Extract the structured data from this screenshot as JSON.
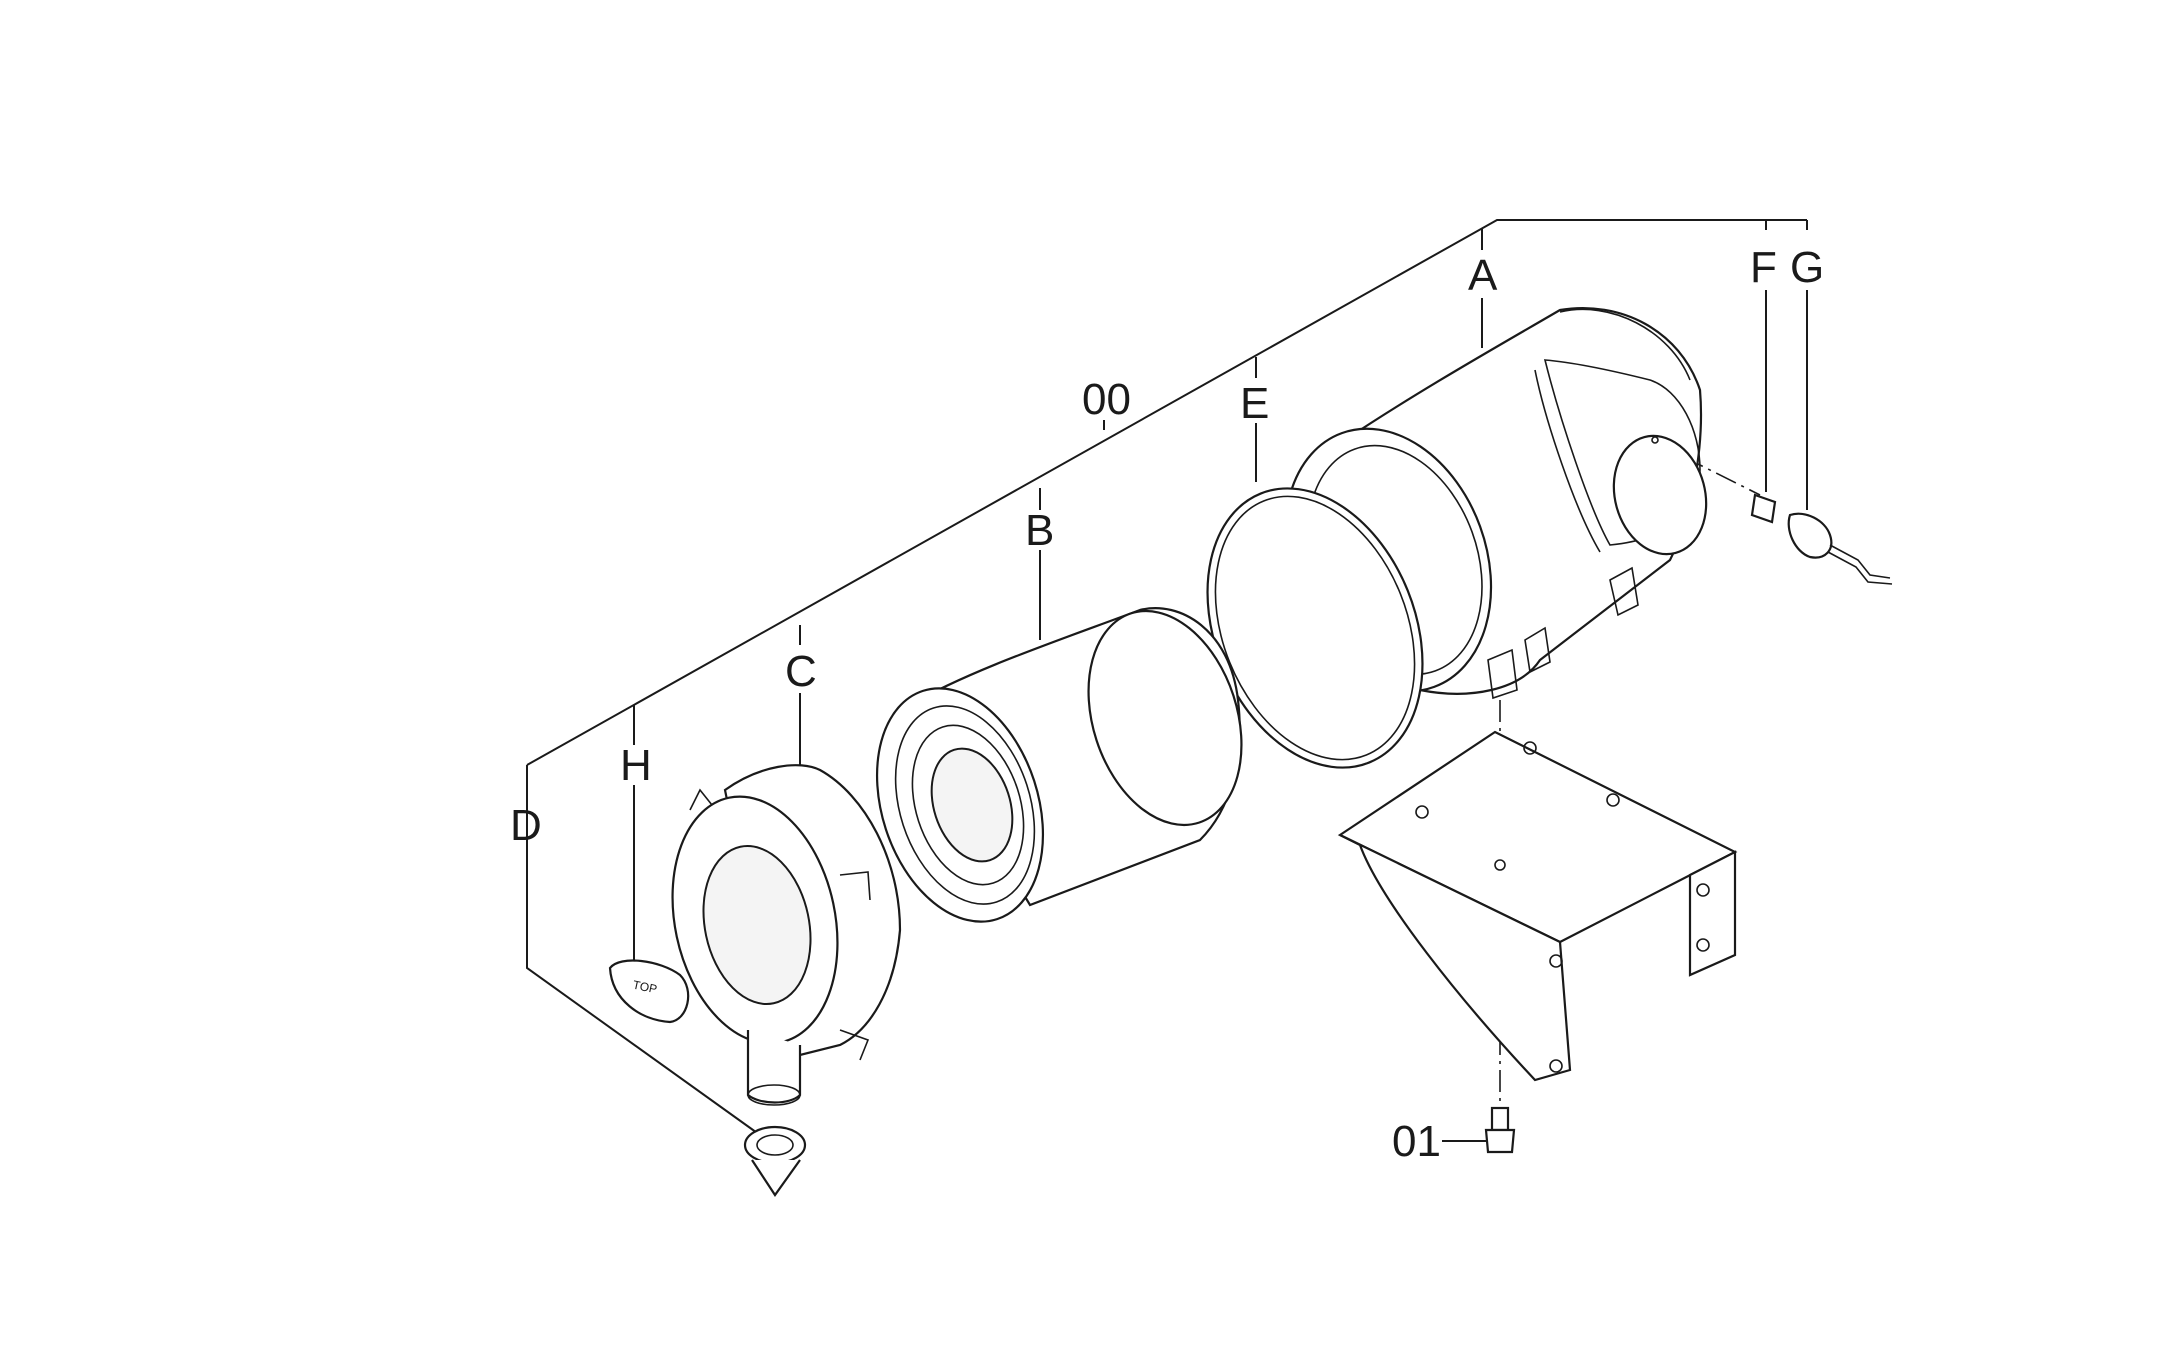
{
  "diagram": {
    "labels": {
      "assembly": "00",
      "housing": "A",
      "primary_element": "B",
      "cover": "C",
      "vacuator_valve": "D",
      "seal_ring": "E",
      "fitting": "F",
      "indicator": "G",
      "top_decal": "H",
      "bolt": "01",
      "decal_text": "TOP"
    }
  }
}
